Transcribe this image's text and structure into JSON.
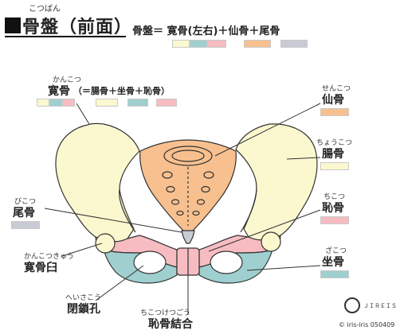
{
  "title": {
    "ruby": "こつばん",
    "text": "骨盤（前面）"
  },
  "formula": "骨盤＝ 寛骨(左右)＋仙骨＋尾骨",
  "labels": {
    "kankotsu": {
      "ruby": "かんこつ",
      "text": "寛骨",
      "detail": "（＝腸骨＋坐骨＋恥骨）"
    },
    "senkotsu": {
      "ruby": "せんこつ",
      "text": "仙骨"
    },
    "choukotsu": {
      "ruby": "ちょうこつ",
      "text": "腸骨"
    },
    "bikotsu": {
      "ruby": "びこつ",
      "text": "尾骨"
    },
    "chikotsu": {
      "ruby": "ちこつ",
      "text": "恥骨"
    },
    "kankotsukyuu": {
      "ruby": "かんこつきゅう",
      "text": "寛骨臼"
    },
    "zakotsu": {
      "ruby": "ざこつ",
      "text": "坐骨"
    },
    "heisakou": {
      "ruby": "へいさこう",
      "text": "閉鎖孔"
    },
    "chikotsuketsugou": {
      "ruby": "ちこつけつごう",
      "text": "恥骨結合"
    }
  },
  "colors": {
    "ilium": "#fbf8cf",
    "ischium": "#9fcfcf",
    "pubis": "#f6bcc1",
    "sacrum": "#f7c08e",
    "coccyx": "#c9cbd4",
    "outline": "#333333"
  },
  "credit": {
    "logo_text": "ＪＩＲＥＩＳ",
    "text": "© iris-iris  050409"
  }
}
